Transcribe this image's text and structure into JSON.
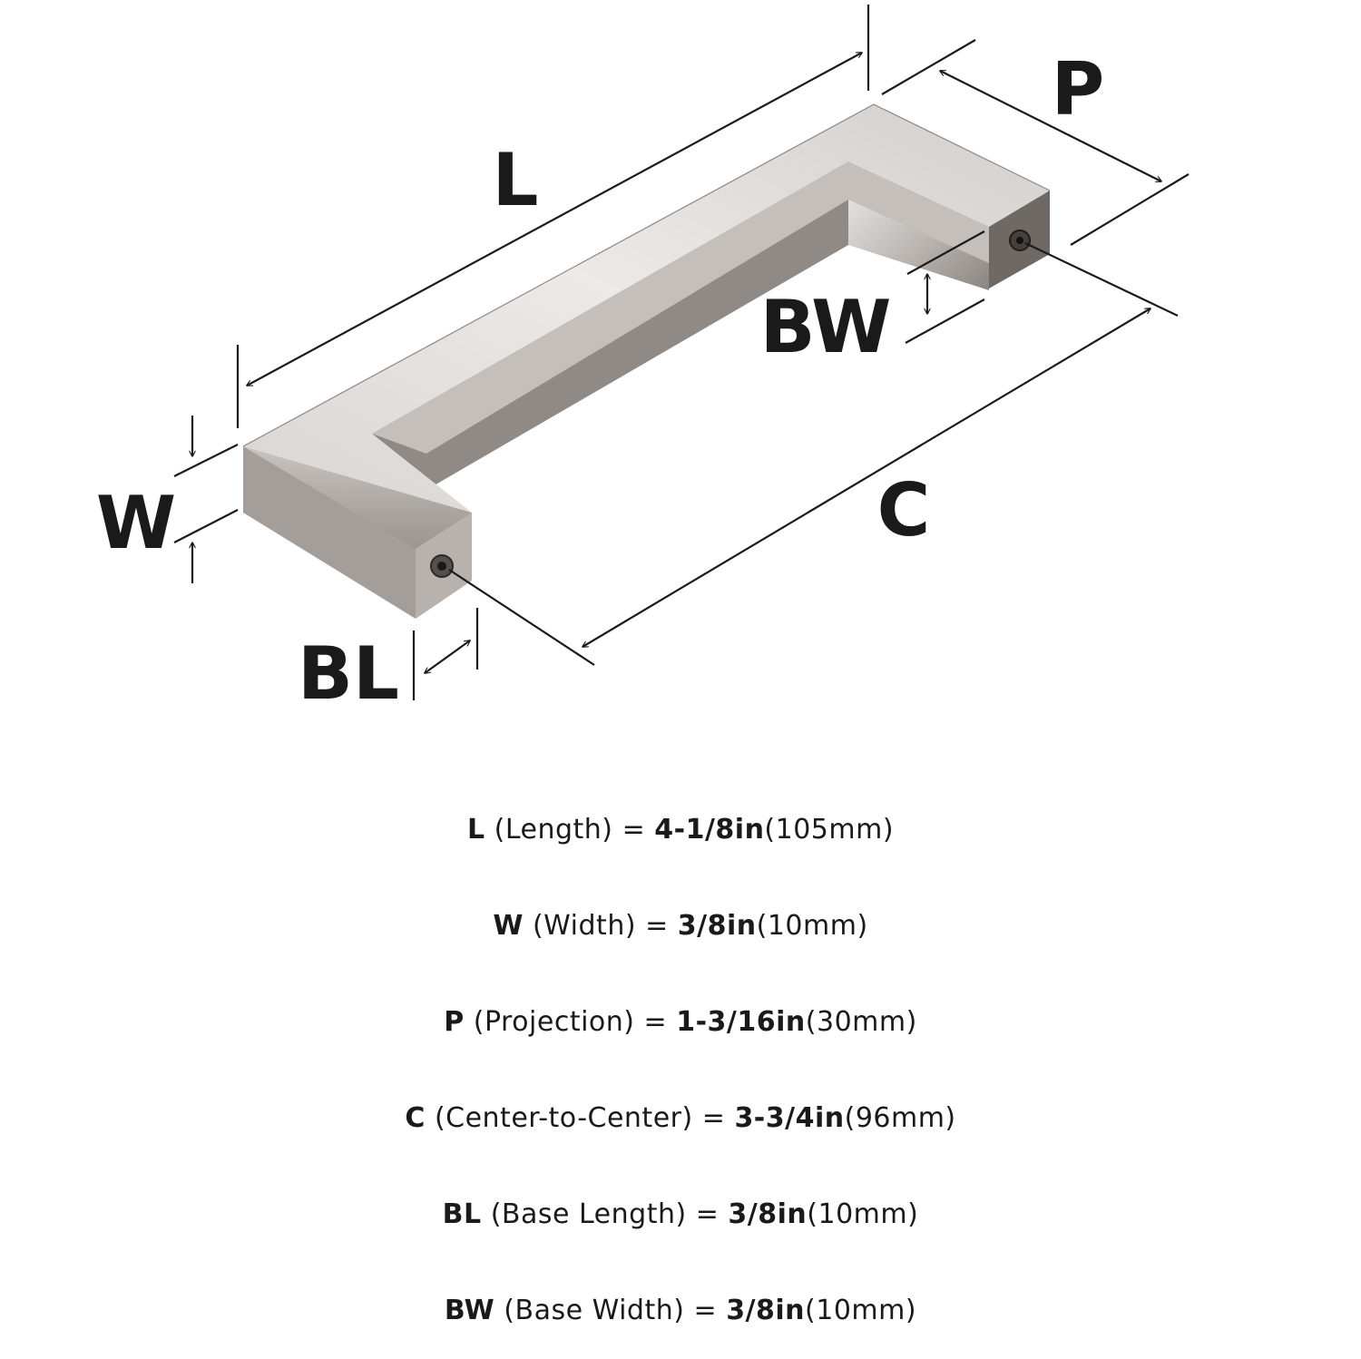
{
  "diagram": {
    "labels": {
      "L": "L",
      "P": "P",
      "BW": "BW",
      "W": "W",
      "C": "C",
      "BL": "BL"
    },
    "colors": {
      "metal_light": "#e2dfdc",
      "metal_mid": "#b9b4b0",
      "metal_dark": "#7d7874",
      "line": "#1a1a1a"
    }
  },
  "specs": [
    {
      "symbol": "L",
      "name": "(Length)",
      "equals": "=",
      "imperial": "4-1/8in",
      "metric": "(105mm)"
    },
    {
      "symbol": "W",
      "name": "(Width)",
      "equals": "=",
      "imperial": "3/8in",
      "metric": "(10mm)"
    },
    {
      "symbol": "P",
      "name": "(Projection)",
      "equals": "=",
      "imperial": "1-3/16in",
      "metric": "(30mm)"
    },
    {
      "symbol": "C",
      "name": "(Center-to-Center)",
      "equals": "=",
      "imperial": "3-3/4in",
      "metric": "(96mm)"
    },
    {
      "symbol": "BL",
      "name": "(Base Length)",
      "equals": "=",
      "imperial": "3/8in",
      "metric": "(10mm)"
    },
    {
      "symbol": "BW",
      "name": "(Base Width)",
      "equals": "=",
      "imperial": "3/8in",
      "metric": "(10mm)"
    }
  ]
}
